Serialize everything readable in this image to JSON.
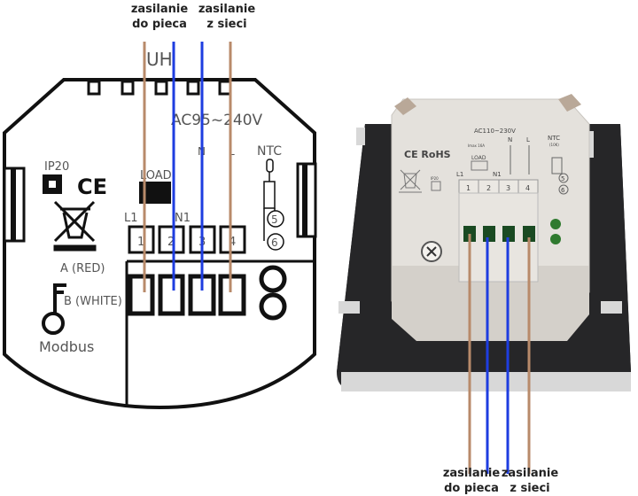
{
  "labels": {
    "top_left": "zasilanie\ndo pieca",
    "top_right": "zasilanie\nz sieci",
    "bottom_left": "zasilanie\ndo pieca",
    "bottom_right": "zasilanie\nz sieci",
    "top_left_l1": "zasilanie",
    "top_left_l2": "do pieca",
    "top_right_l1": "zasilanie",
    "top_right_l2": "z sieci"
  },
  "diagram": {
    "uh": "UH",
    "voltage": "AC95~240V",
    "n_mark": "N",
    "l_mark": "L",
    "ntc": "NTC",
    "ip": "IP20",
    "ce": "CE",
    "load": "LOAD",
    "l1": "L1",
    "n1": "N1",
    "terminals": [
      "1",
      "2",
      "3",
      "4"
    ],
    "ntc_terminals": [
      "5",
      "6"
    ],
    "a_red": "A (RED)",
    "b_white": "B (WHITE)",
    "modbus": "Modbus"
  },
  "photo": {
    "voltage": "AC110~230V",
    "n_mark": "N",
    "l_mark": "L",
    "ntc": "NTC",
    "ntc_sub": "(10K)",
    "ce_rohs": "CE RoHS",
    "imax": "Imax 16A",
    "load": "LOAD",
    "ip": "IP20",
    "l1": "L1",
    "n1": "N1",
    "terminals": [
      "1",
      "2",
      "3",
      "4"
    ],
    "ntc_terminals": [
      "5",
      "6"
    ]
  },
  "wires": {
    "colors": {
      "brown": "#b88a6a",
      "blue": "#1e3de0"
    },
    "order": [
      "brown",
      "blue",
      "blue",
      "brown"
    ]
  }
}
